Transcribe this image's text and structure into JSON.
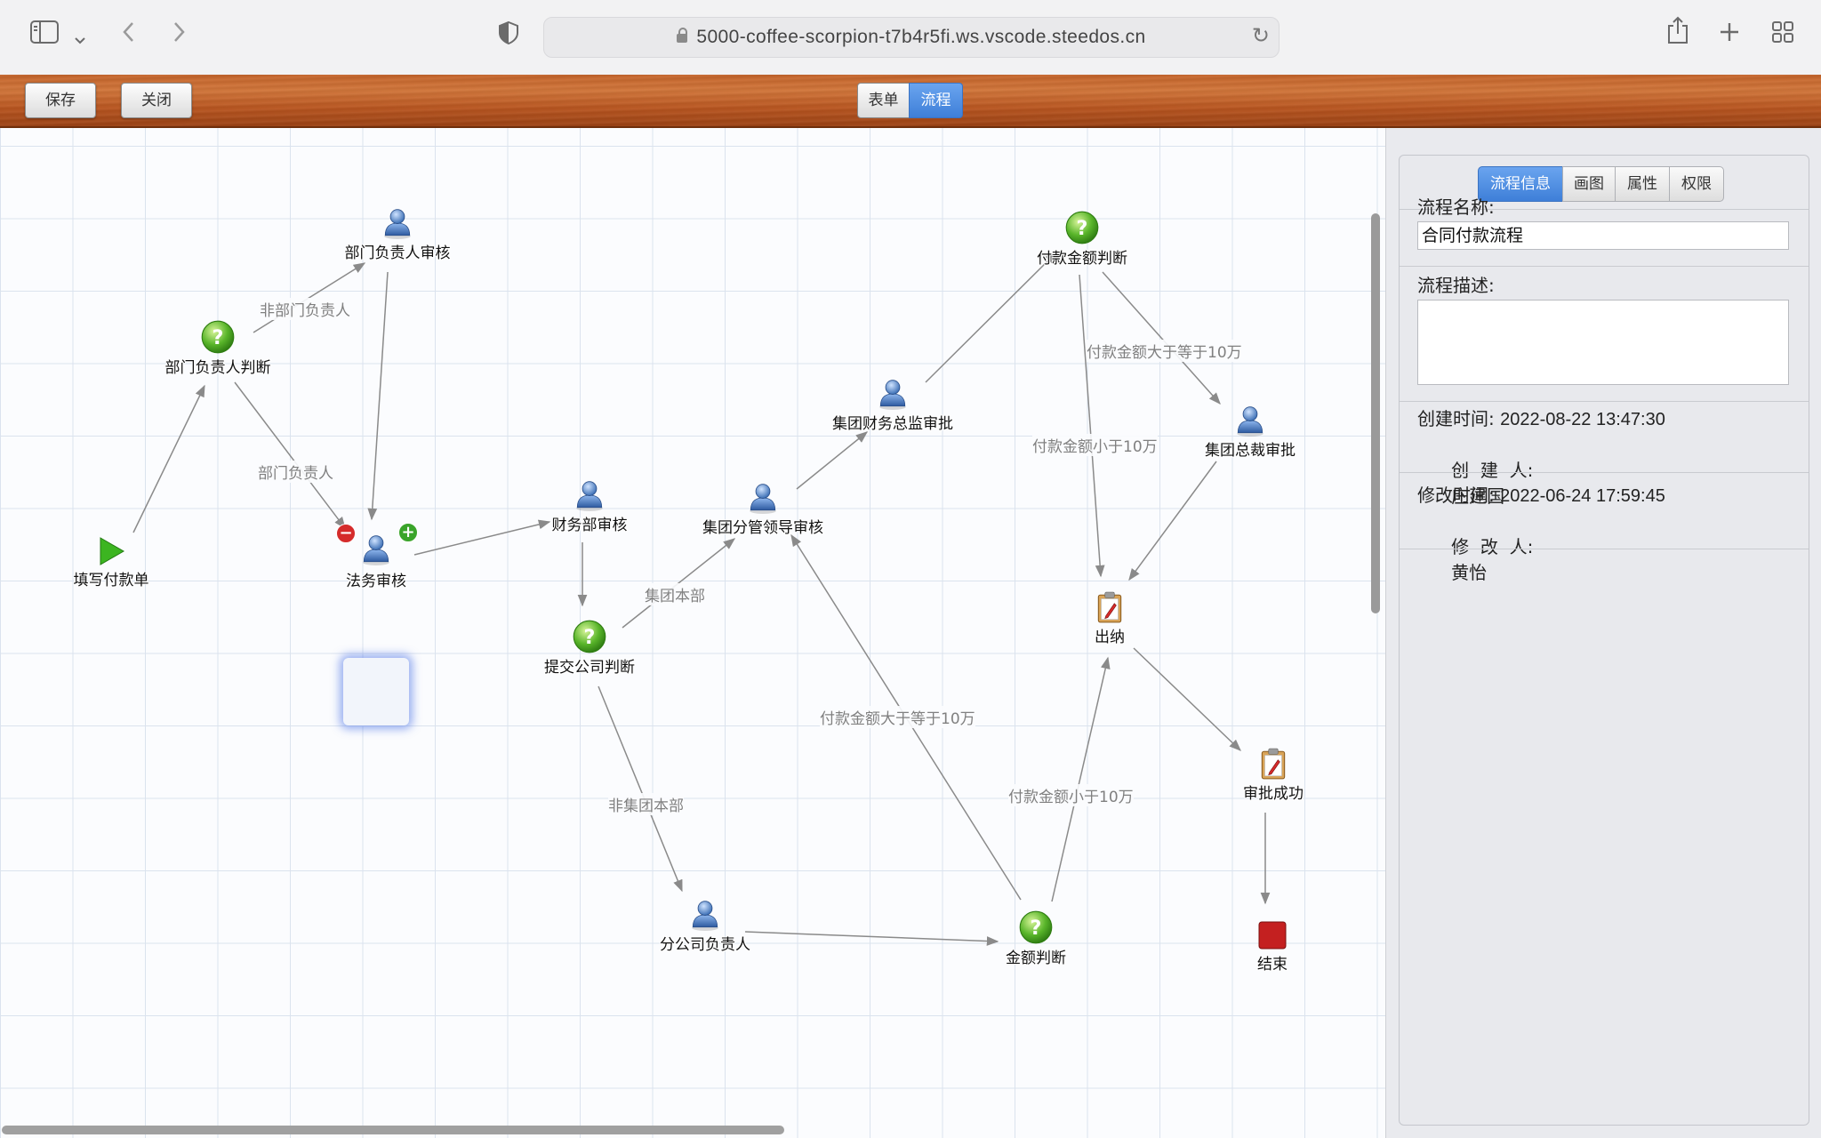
{
  "browser": {
    "url": "5000-coffee-scorpion-t7b4r5fi.ws.vscode.steedos.cn"
  },
  "toolbar": {
    "save_label": "保存",
    "close_label": "关闭",
    "tab_form_label": "表单",
    "tab_flow_label": "流程",
    "active_tab": "流程"
  },
  "flow": {
    "nodes": {
      "start": {
        "label": "填写付款单",
        "type": "start"
      },
      "dept_judge": {
        "label": "部门负责人判断",
        "type": "condition"
      },
      "dept_head_review": {
        "label": "部门负责人审核",
        "type": "user"
      },
      "legal_review": {
        "label": "法务审核",
        "type": "user",
        "selected": true
      },
      "finance_review": {
        "label": "财务部审核",
        "type": "user"
      },
      "company_judge": {
        "label": "提交公司判断",
        "type": "condition"
      },
      "group_leader_review": {
        "label": "集团分管领导审核",
        "type": "user"
      },
      "group_cfo_approve": {
        "label": "集团财务总监审批",
        "type": "user"
      },
      "amount_judge_top": {
        "label": "付款金额判断",
        "type": "condition"
      },
      "group_ceo_approve": {
        "label": "集团总裁审批",
        "type": "user"
      },
      "cashier": {
        "label": "出纳",
        "type": "task"
      },
      "approved": {
        "label": "审批成功",
        "type": "task"
      },
      "end": {
        "label": "结束",
        "type": "end"
      },
      "branch_head": {
        "label": "分公司负责人",
        "type": "user"
      },
      "amount_judge": {
        "label": "金额判断",
        "type": "condition"
      }
    },
    "edge_labels": {
      "non_dept_head": "非部门负责人",
      "dept_head": "部门负责人",
      "group_hq": "集团本部",
      "non_group_hq": "非集团本部",
      "amount_ge_10w_top": "付款金额大于等于10万",
      "amount_lt_10w_top": "付款金额小于10万",
      "amount_ge_10w": "付款金额大于等于10万",
      "amount_lt_10w": "付款金额小于10万"
    }
  },
  "panel": {
    "tabs": [
      "流程信息",
      "画图",
      "属性",
      "权限"
    ],
    "active_tab": "流程信息",
    "name_label": "流程名称:",
    "name_value": "合同付款流程",
    "desc_label": "流程描述:",
    "desc_value": "",
    "created_time_label": "创建时间:",
    "created_time": "2022-08-22 13:47:30",
    "creator_label": "创  建  人:",
    "creator": "庄建国",
    "modified_time_label": "修改时间:",
    "modified_time": "2022-06-24 17:59:45",
    "modifier_label": "修  改  人:",
    "modifier": "黄怡"
  },
  "colors": {
    "toolbar_wood": "#c5642a",
    "active_tab_blue": "#3e7fd8",
    "start_green": "#3cb521",
    "end_red": "#c42020",
    "edge_gray": "#8a8a8a"
  }
}
